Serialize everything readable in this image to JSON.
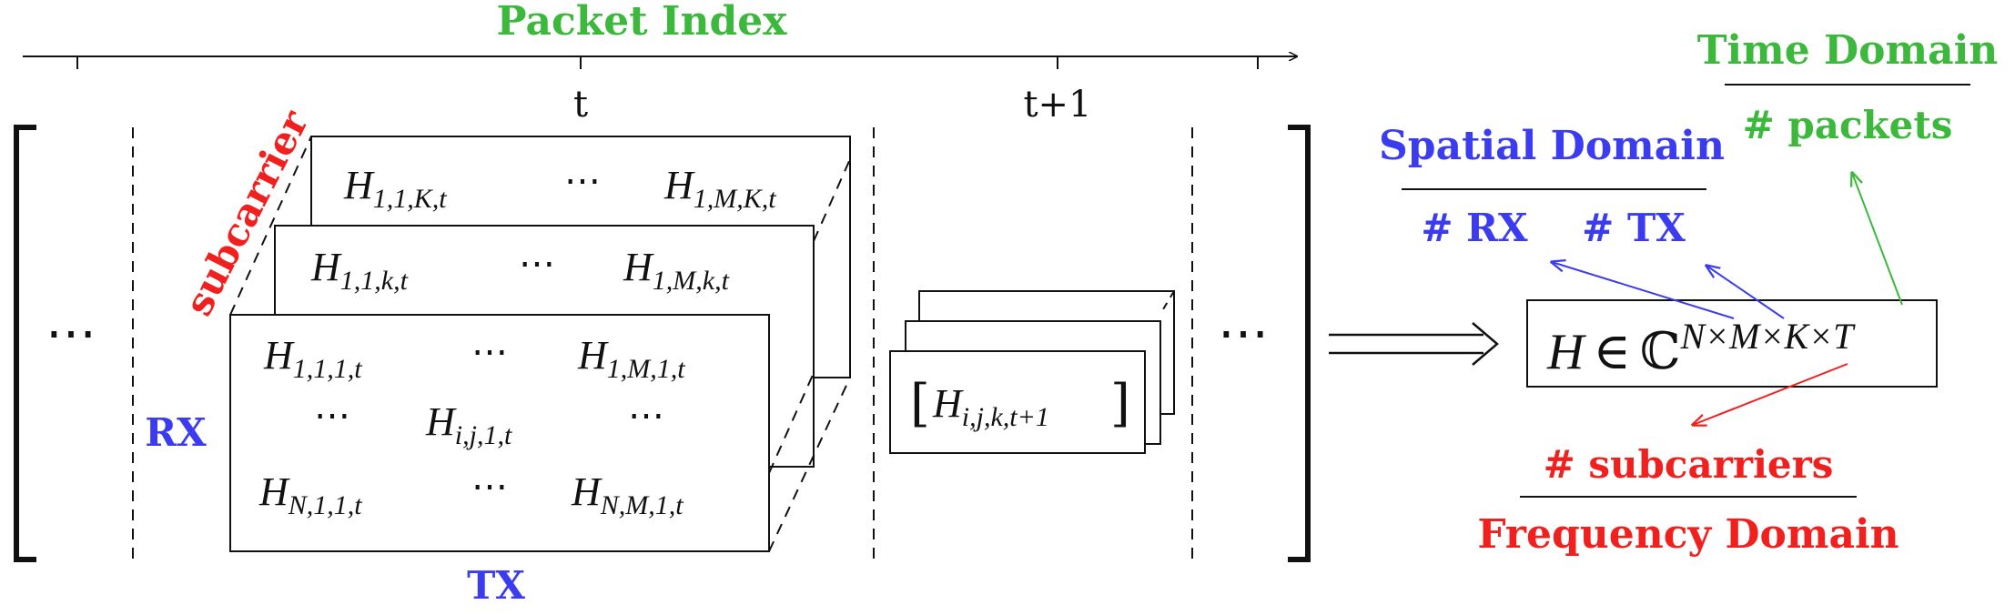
{
  "colors": {
    "green": "#3cb83c",
    "blue": "#3b3bf0",
    "red": "#f0201e",
    "black": "#111111"
  },
  "header": {
    "title": "Packet Index",
    "t_label": "t",
    "t1_label": "t+1"
  },
  "left": {
    "ellipsis": "⋯",
    "subcarrier": "subcarrier",
    "rx": "RX",
    "tx": "TX"
  },
  "slices": {
    "back": {
      "tl": "H",
      "tl_sub": "1,1,K,t",
      "dots": "⋯",
      "tr": "H",
      "tr_sub": "1,M,K,t"
    },
    "mid": {
      "tl": "H",
      "tl_sub": "1,1,k,t",
      "dots": "⋯",
      "tr": "H",
      "tr_sub": "1,M,k,t"
    },
    "front": {
      "r1c1": "H",
      "r1c1_sub": "1,1,1,t",
      "r1c2": "⋯",
      "r1c3": "H",
      "r1c3_sub": "1,M,1,t",
      "r2c1": "⋯",
      "r2c2": "H",
      "r2c2_sub": "i,j,1,t",
      "r2c3": "⋯",
      "r3c1": "H",
      "r3c1_sub": "N,1,1,t",
      "r3c2": "⋯",
      "r3c3": "H",
      "r3c3_sub": "N,M,1,t"
    },
    "next": {
      "h": "H",
      "sub": "i,j,k,t+1"
    }
  },
  "right_ellipsis": "⋯",
  "formula": {
    "lhs": "H",
    "in": "∈",
    "field": "ℂ",
    "exp": "N×M×K×T"
  },
  "domains": {
    "time_title": "Time Domain",
    "time_sub": "# packets",
    "spatial_title": "Spatial Domain",
    "spatial_rx": "# RX",
    "spatial_tx": "# TX",
    "freq_sub": "# subcarriers",
    "freq_title": "Frequency Domain"
  }
}
